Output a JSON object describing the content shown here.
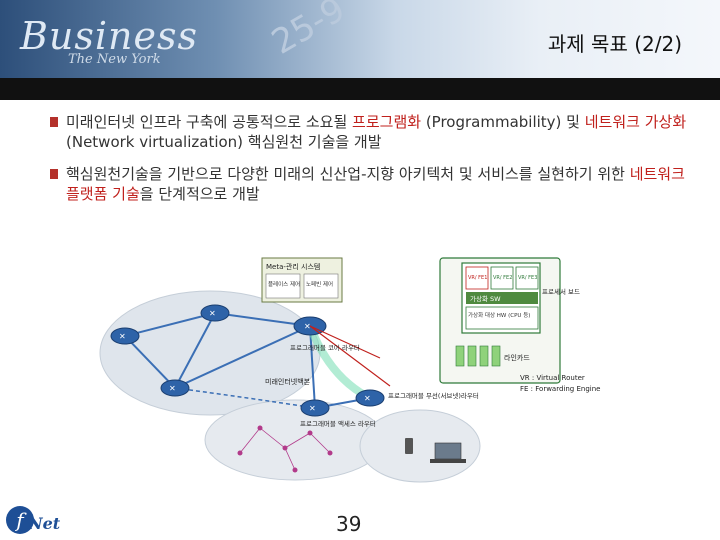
{
  "header": {
    "brand": "Business",
    "brand_sub": "The New York",
    "digits": "25-9",
    "title": "과제 목표 (2/2)"
  },
  "bullets": [
    {
      "parts": [
        {
          "text": "미래인터넷 인프라 구축에 공통적으로 소요될 ",
          "highlight": false
        },
        {
          "text": "프로그램화",
          "highlight": true
        },
        {
          "text": " (Programmability) 및 ",
          "highlight": false
        },
        {
          "text": "네트워크 가상화",
          "highlight": true
        },
        {
          "text": " (Network virtualization) 핵심원천 기술을 개발",
          "highlight": false
        }
      ]
    },
    {
      "parts": [
        {
          "text": "핵심원천기술을 기반으로 다양한 미래의 신산업-지향 아키텍처 및 서비스를 실현하기 위한 ",
          "highlight": false
        },
        {
          "text": "네트워크 플랫폼 기술",
          "highlight": true
        },
        {
          "text": "을 단계적으로 개발",
          "highlight": false
        }
      ]
    }
  ],
  "diagram": {
    "meta_box_title": "Meta-관리 시스템",
    "meta_left": "플레이스 제어",
    "meta_right": "노페빈 제어",
    "vr_labels": [
      "VR/ FE1",
      "VR/ FE2",
      "VR/ FE3"
    ],
    "virt_sw": "가상화 SW",
    "virt_hw": "가상화 대상 HW (CPU 등)",
    "processor_board": "프로세서 보드",
    "line_card": "라인카드",
    "core_router": "프로그래머블 코어 라우터",
    "backbone": "미래인터넷백본",
    "legend_vr": "VR : Virtual Router",
    "legend_fe": "FE : Forwarding Engine",
    "wireless_router": "프로그래머블 무선(서브넷)라우터",
    "access_router": "프로그래머블 액세스 라우터"
  },
  "footer": {
    "page_number": "39",
    "logo_text": "Net",
    "logo_letter": "f"
  },
  "colors": {
    "accent_red": "#c0211d",
    "router_blue": "#2e63a8",
    "frame_green": "#2f7a3a"
  }
}
